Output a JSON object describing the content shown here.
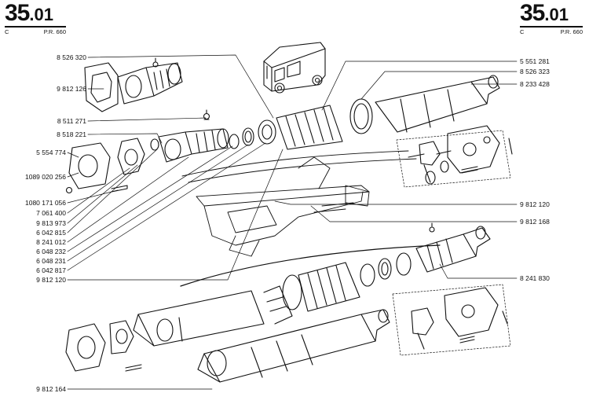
{
  "header": {
    "left": {
      "code_main": "35",
      "code_sub": ".01",
      "letter": "C",
      "ref": "P.R. 660"
    },
    "right": {
      "code_main": "35",
      "code_sub": ".01",
      "letter": "C",
      "ref": "P.R. 660"
    }
  },
  "left_labels": [
    "8 526 320",
    "9 812 126",
    "8 511 271",
    "8 518 221",
    "5 554 774",
    "1089 020 256",
    "1080 171 056",
    "7 061 400",
    "9 813 973",
    "6 042 815",
    "8 241 012",
    "6 048 232",
    "6 048 231",
    "6 042 817",
    "9 812 120",
    "9 812 164"
  ],
  "right_labels": [
    "5 551 281",
    "8 526 323",
    "8 233 428",
    "9 812 120",
    "9 812 168",
    "8 241 830"
  ]
}
